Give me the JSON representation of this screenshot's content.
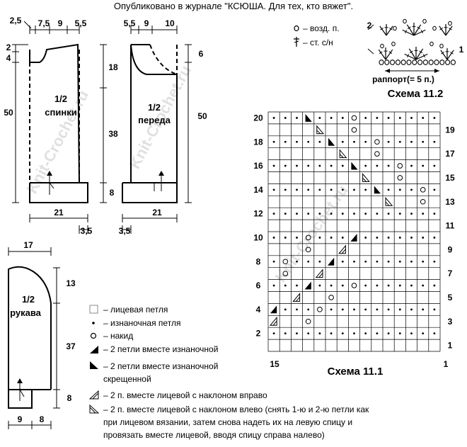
{
  "header": {
    "publication": "Опубликовано в журнале \"КСЮША. Для тех, кто вяжет\"."
  },
  "watermark": "Knit-Crochet.ru",
  "back": {
    "label1": "1/2",
    "label2": "спинки",
    "top_dims": [
      "2,5",
      "7,5",
      "9",
      "5,5"
    ],
    "left_dims": [
      "2",
      "4"
    ],
    "height": "50",
    "side": [
      "18",
      "38",
      "8"
    ],
    "width": "21",
    "offset": "3,5"
  },
  "front": {
    "label1": "1/2",
    "label2": "переда",
    "top_dims": [
      "5,5",
      "9",
      "10"
    ],
    "neck": "6",
    "height": "50",
    "width": "21",
    "offset": "3,5"
  },
  "sleeve": {
    "label1": "1/2",
    "label2": "рукава",
    "top": "17",
    "side": [
      "13",
      "37",
      "8"
    ],
    "bottom": [
      "9",
      "8"
    ]
  },
  "legend": {
    "knit": "– лицевая петля",
    "purl": "– изнаночная петля",
    "yo": "– накид",
    "p2tog": "– 2 петли вместе изнаночной",
    "p2tog_tbl_1": "– 2 петли вместе изнаночной",
    "p2tog_tbl_2": "скрещенной",
    "k2tog_r": "– 2 п. вместе лицевой с наклоном вправо",
    "k2tog_l_1": "– 2 п. вместе лицевой с наклоном влево (снять 1-ю и 2-ю петли как",
    "k2tog_l_2": "при лицевом вязании, затем снова надеть их на левую спицу и",
    "k2tog_l_3": "провязать вместе лицевой, вводя спицу справа налево)"
  },
  "crochet_legend": {
    "ch": "– возд. п.",
    "dc": "– ст. с/н"
  },
  "scheme2": {
    "rapport": "раппорт(= 5 п.)",
    "title": "Схема 11.2",
    "row2": "2",
    "row1": "1"
  },
  "scheme1": {
    "title": "Схема 11.1",
    "col_left": "15",
    "col_right": "1",
    "rows_even": [
      "20",
      "18",
      "16",
      "14",
      "12",
      "10",
      "8",
      "6",
      "4",
      "2"
    ],
    "rows_odd": [
      "19",
      "17",
      "15",
      "13",
      "11",
      "9",
      "7",
      "5",
      "3",
      "1"
    ],
    "grid": [
      "...P...O.......",
      "....R..O.......",
      ".....P...O.....",
      "......R..O.....",
      ".......P...O...",
      "........R..O...",
      ".........P...O.",
      "..........R..O.",
      "...............",
      "...............",
      "...O...K.......",
      "...O..L........",
      ".O...K.........",
      ".O..L..........",
      "...K...O.......",
      "..L..O.........",
      "K...O..........",
      "L..O...........",
      "...............",
      "..............."
    ]
  }
}
